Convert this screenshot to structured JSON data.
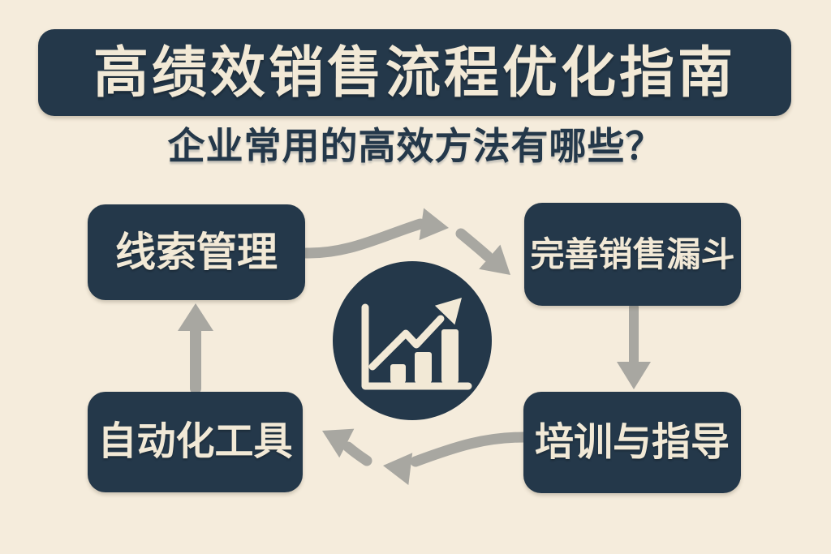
{
  "title": "高绩效销售流程优化指南",
  "subtitle": "企业常用的高效方法有哪些？",
  "nodes": [
    {
      "label": "线索管理"
    },
    {
      "label": "完善销售漏斗"
    },
    {
      "label": "自动化工具"
    },
    {
      "label": "培训与指导"
    }
  ],
  "center_icon": "growth-chart-icon",
  "colors": {
    "background": "#f5ecdc",
    "panel_navy": "#24384a",
    "text_cream": "#f2e9d6",
    "arrow_gray": "#a8a7a1"
  }
}
